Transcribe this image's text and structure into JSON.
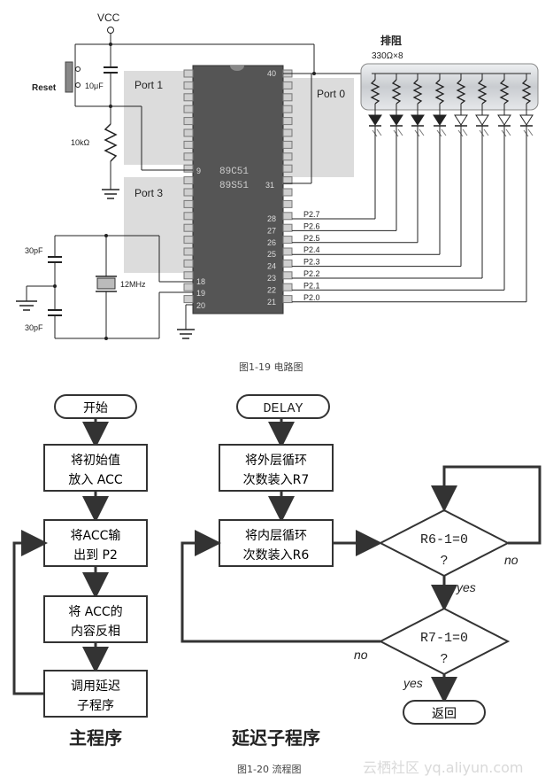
{
  "circuit": {
    "vcc": "VCC",
    "reset": "Reset",
    "cap_10uf": "10μF",
    "res_10k": "10kΩ",
    "cap_30pf_top": "30pF",
    "cap_30pf_bottom": "30pF",
    "crystal": "12MHz",
    "port1": "Port 1",
    "port0": "Port 0",
    "port3": "Port 3",
    "chip_line1": "89C51",
    "chip_line2": "89S51",
    "resistor_array_title": "排阻",
    "resistor_array_value": "330Ω×8",
    "pin_40": "40",
    "pin_9": "9",
    "pin_31": "31",
    "pin_18": "18",
    "pin_19": "19",
    "pin_20": "20",
    "right_pins": [
      {
        "num": "28",
        "name": "P2.7"
      },
      {
        "num": "27",
        "name": "P2.6"
      },
      {
        "num": "26",
        "name": "P2.5"
      },
      {
        "num": "25",
        "name": "P2.4"
      },
      {
        "num": "24",
        "name": "P2.3"
      },
      {
        "num": "23",
        "name": "P2.2"
      },
      {
        "num": "22",
        "name": "P2.1"
      },
      {
        "num": "21",
        "name": "P2.0"
      }
    ],
    "caption": "图1-19 电路图"
  },
  "flow_main": {
    "start": "开始",
    "step1": [
      "将初始值",
      "放入 ACC"
    ],
    "step2": [
      "将ACC输",
      "出到 P2"
    ],
    "step3": [
      "将 ACC的",
      "内容反相"
    ],
    "step4": [
      "调用延迟",
      "子程序"
    ],
    "title": "主程序"
  },
  "flow_delay": {
    "start": "DELAY",
    "step1": [
      "将外层循环",
      "次数装入R7"
    ],
    "step2": [
      "将内层循环",
      "次数装入R6"
    ],
    "decision1": [
      "R6-1=0",
      "?"
    ],
    "decision2": [
      "R7-1=0",
      "?"
    ],
    "yes1": "yes",
    "no1": "no",
    "yes2": "yes",
    "no2": "no",
    "end": "返回",
    "title": "延迟子程序"
  },
  "caption2": "图1-20 流程图",
  "watermark": "云栖社区 yq.aliyun.com"
}
